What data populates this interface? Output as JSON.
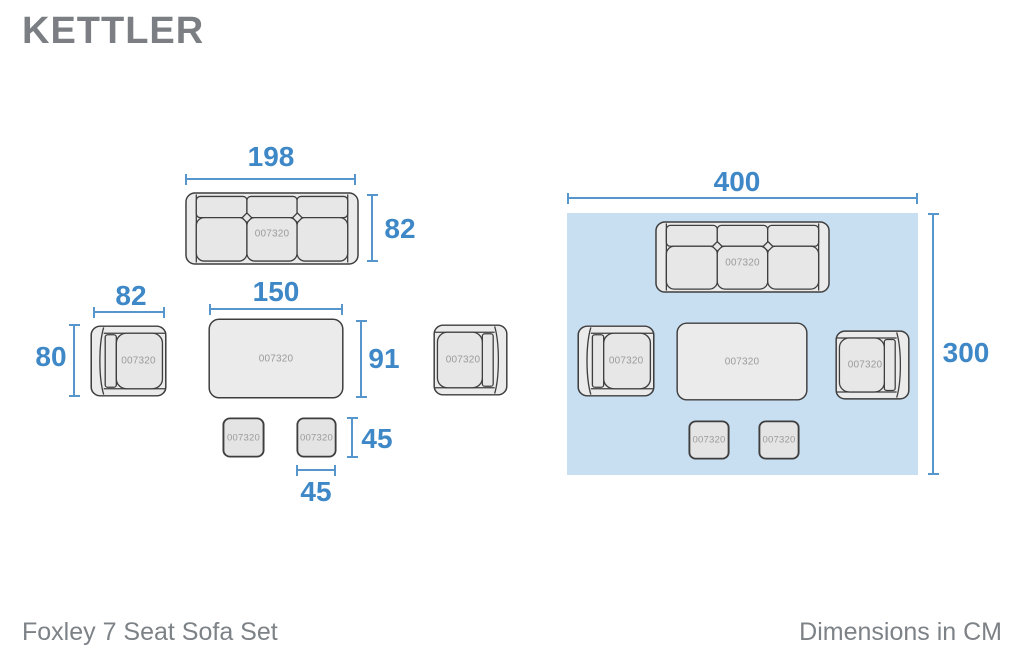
{
  "brand": {
    "logo": "KETTLER"
  },
  "colors": {
    "accent_blue": "#3f88c7",
    "dim_line": "#5696cd",
    "plan_fill": "#c8def1",
    "code_gray": "#9b9b9b",
    "text_gray": "#7d8287",
    "logo_gray": "#7b7f83"
  },
  "detail_view": {
    "sofa": {
      "code": "007320",
      "width": "198",
      "depth": "82"
    },
    "armchair_left": {
      "code": "007320",
      "width": "82",
      "depth": "80"
    },
    "table": {
      "code": "007320",
      "width": "150",
      "depth": "91"
    },
    "armchair_right": {
      "code": "007320"
    },
    "stool_left": {
      "code": "007320"
    },
    "stool_right": {
      "code": "007320",
      "width": "45",
      "depth": "45"
    }
  },
  "plan_view": {
    "width": "400",
    "depth": "300",
    "sofa": {
      "code": "007320"
    },
    "armchair_left": {
      "code": "007320"
    },
    "table": {
      "code": "007320"
    },
    "armchair_right": {
      "code": "007320"
    },
    "stool_left": {
      "code": "007320"
    },
    "stool_right": {
      "code": "007320"
    }
  },
  "footer": {
    "product_name": "Foxley 7 Seat Sofa Set",
    "units_note": "Dimensions in CM"
  }
}
